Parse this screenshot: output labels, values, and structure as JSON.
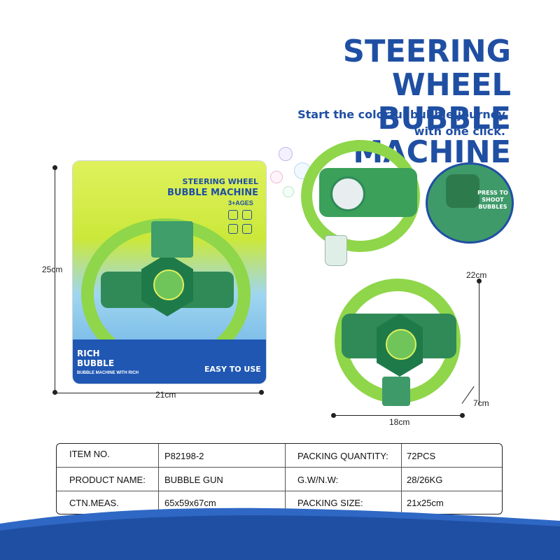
{
  "header": {
    "title_line1": "STEERING WHEEL",
    "title_line2": "BUBBLE MACHINE",
    "subtitle_line1": "Start the colorful bubble journey",
    "subtitle_line2": "with one click."
  },
  "package": {
    "title_line1": "STEERING WHEEL",
    "title_line2": "BUBBLE MACHINE",
    "age": "3+AGES",
    "rich_line1": "RICH",
    "rich_line2": "BUBBLE",
    "bottom_text": "BUBBLE MACHINE WITH RICH",
    "easy": "EASY TO USE",
    "height_label": "25cm",
    "width_label": "21cm"
  },
  "callout": {
    "text_line1": "PRESS TO",
    "text_line2": "SHOOT",
    "text_line3": "BUBBLES"
  },
  "product_dims": {
    "height_label": "22cm",
    "depth_label": "7cm",
    "width_label": "18cm"
  },
  "specs": {
    "rows": [
      {
        "k1": "ITEM NO.",
        "v1": "P82198-2",
        "k2": "PACKING QUANTITY:",
        "v2": "72PCS"
      },
      {
        "k1": "PRODUCT NAME:",
        "v1": "BUBBLE GUN",
        "k2": "G.W/N.W:",
        "v2": "28/26KG"
      },
      {
        "k1": "CTN.MEAS.",
        "v1": "65x59x67cm",
        "k2": "PACKING SIZE:",
        "v2": "21x25cm"
      }
    ]
  },
  "colors": {
    "brand_blue": "#1f4fa3",
    "wheel_green": "#8fd64a",
    "hub_green": "#2f8a57"
  }
}
